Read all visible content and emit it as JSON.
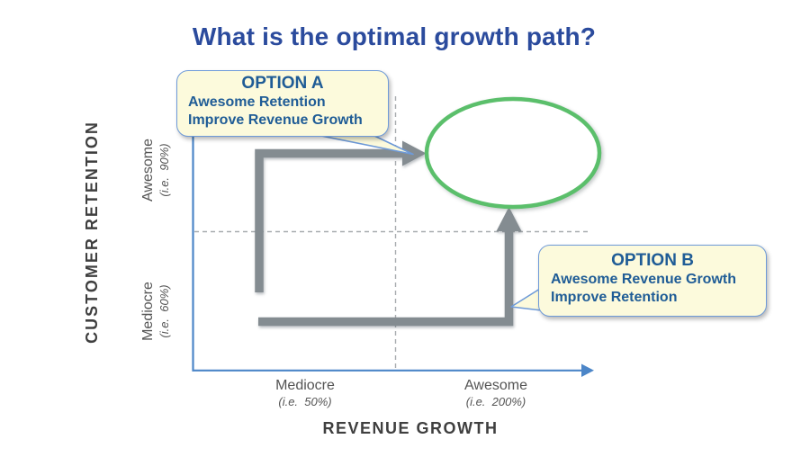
{
  "title": "What is the optimal growth path?",
  "diagram": {
    "y_axis": {
      "label": "CUSTOMER RETENTION",
      "ticks": [
        {
          "label": "Awesome",
          "detail": "(i.e.  90%)"
        },
        {
          "label": "Mediocre",
          "detail": "(i.e.  60%)"
        }
      ]
    },
    "x_axis": {
      "label": "REVENUE GROWTH",
      "ticks": [
        {
          "label": "Mediocre",
          "detail": "(i.e.  50%)"
        },
        {
          "label": "Awesome",
          "detail": "(i.e.  200%)"
        }
      ]
    },
    "callouts": [
      {
        "title": "OPTION A",
        "lines": [
          "Awesome Retention",
          "Improve Revenue Growth"
        ]
      },
      {
        "title": "OPTION B",
        "lines": [
          "Awesome Revenue Growth",
          "Improve Retention"
        ]
      }
    ],
    "target_marker": "green-ellipse"
  },
  "colors": {
    "title_text": "#2B4B9D",
    "callout_bg": "#FCFADC",
    "callout_border": "#6E9AD8",
    "callout_text": "#1F5C96",
    "arrow_gray": "#848C91",
    "ellipse_green": "#5BBF6B",
    "axis_blue": "#4C86C8",
    "axis_label_text": "#3F3F3F",
    "tick_text": "#545454",
    "dashed_line": "#A8ACAF"
  }
}
